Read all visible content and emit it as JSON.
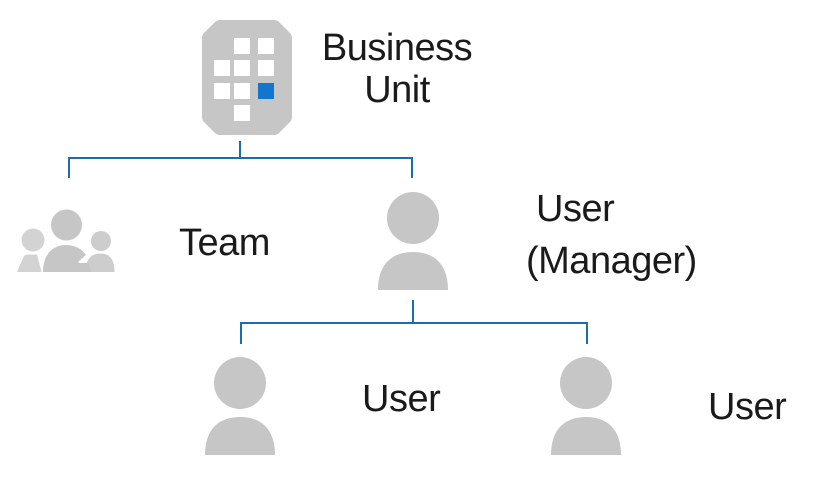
{
  "diagram": {
    "type": "org-hierarchy",
    "background": "#ffffff",
    "colors": {
      "background": "#ffffff",
      "connector": "#1c6cb0",
      "accent": "#1376ce",
      "icon_gray": "#c6c6c6",
      "icon_gray_mid": "#cdcdcd",
      "icon_gray_light": "#d3d3d3",
      "text": "#1a1a1a"
    },
    "icons": {
      "business_unit": "building-icon",
      "team": "team-icon",
      "manager": "user-icon",
      "user_left": "user-icon",
      "user_right": "user-icon"
    },
    "nodes": {
      "business_unit": {
        "label_line1": "Business",
        "label_line2": "Unit"
      },
      "team": {
        "label": "Team"
      },
      "manager": {
        "label_line1": "User",
        "label_line2": "(Manager)"
      },
      "user_left": {
        "label": "User"
      },
      "user_right": {
        "label": "User"
      }
    },
    "edges": [
      "business_unit->team",
      "business_unit->manager",
      "manager->user_left",
      "manager->user_right"
    ]
  }
}
